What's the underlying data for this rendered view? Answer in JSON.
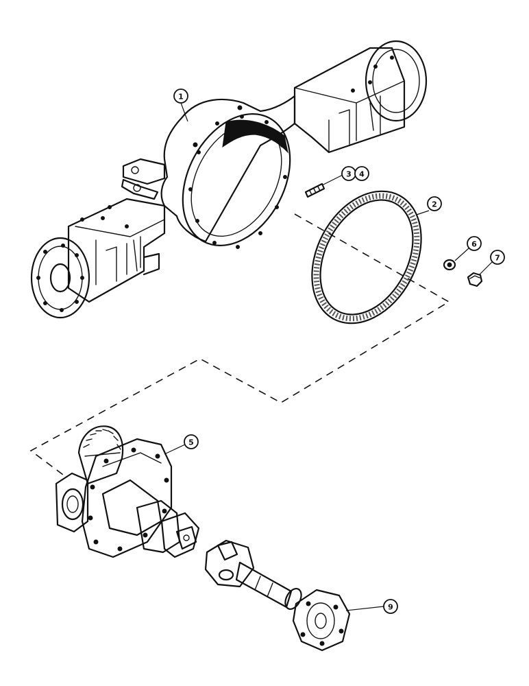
{
  "callouts": [
    {
      "id": "1",
      "label": "1"
    },
    {
      "id": "2",
      "label": "2"
    },
    {
      "id": "3",
      "label": "3"
    },
    {
      "id": "4",
      "label": "4"
    },
    {
      "id": "5",
      "label": "5"
    },
    {
      "id": "6",
      "label": "6"
    },
    {
      "id": "7",
      "label": "7"
    },
    {
      "id": "9",
      "label": "9"
    }
  ],
  "colors": {
    "ink": "#111111",
    "background": "#ffffff"
  }
}
